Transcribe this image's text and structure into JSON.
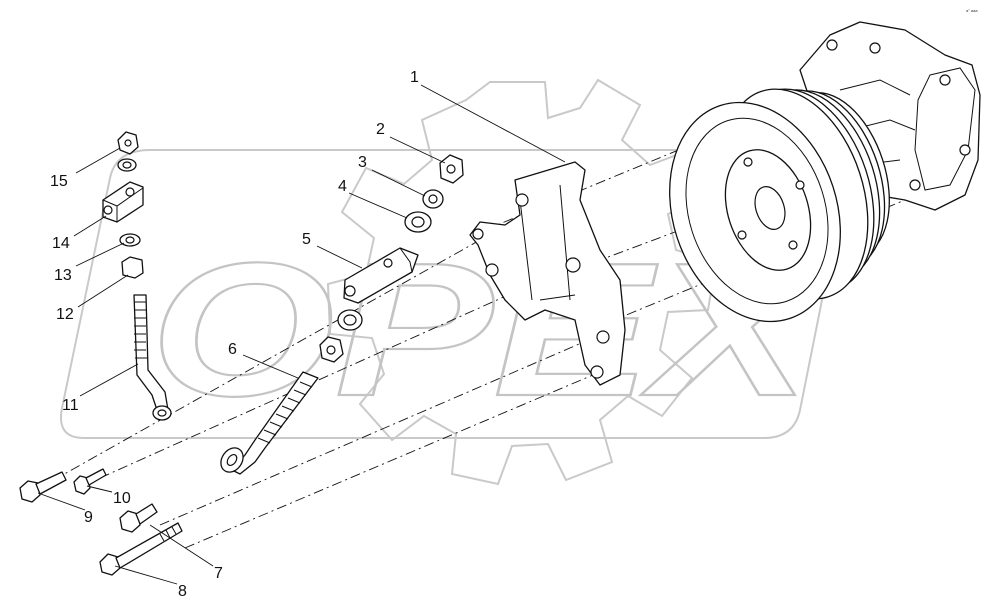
{
  "watermark": {
    "text": "OPEX"
  },
  "corner_code": "a° aaa",
  "callouts": [
    {
      "id": "1",
      "label": "1"
    },
    {
      "id": "2",
      "label": "2"
    },
    {
      "id": "3",
      "label": "3"
    },
    {
      "id": "4",
      "label": "4"
    },
    {
      "id": "5",
      "label": "5"
    },
    {
      "id": "6",
      "label": "6"
    },
    {
      "id": "7",
      "label": "7"
    },
    {
      "id": "8",
      "label": "8"
    },
    {
      "id": "9",
      "label": "9"
    },
    {
      "id": "10",
      "label": "10"
    },
    {
      "id": "11",
      "label": "11"
    },
    {
      "id": "12",
      "label": "12"
    },
    {
      "id": "13",
      "label": "13"
    },
    {
      "id": "14",
      "label": "14"
    },
    {
      "id": "15",
      "label": "15"
    }
  ]
}
